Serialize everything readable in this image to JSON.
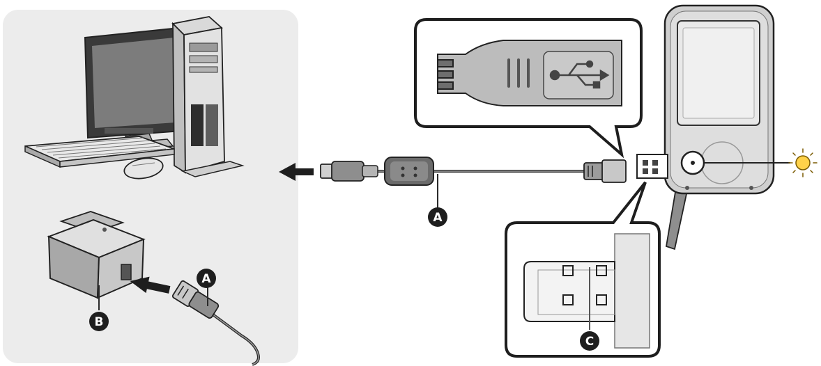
{
  "callouts": {
    "a_cable_computer": "A",
    "a_cable_adapter": "A",
    "b_ac_adapter": "B",
    "c_usb_terminal": "C"
  },
  "colors": {
    "panel_background": "#ececec",
    "line": "#2a2a2a",
    "device_light": "#d6d6d6",
    "device_mid": "#a9a9a9",
    "device_dark": "#4a4a4a",
    "badge": "#1e1e1e",
    "indicator_glow": "#ffd24a"
  },
  "icons": {
    "direction_arrow": "arrow-left-icon",
    "plug_arrow": "arrow-right-icon",
    "usb_symbol": "usb-icon",
    "charge_indicator": "sun-burst-icon"
  }
}
